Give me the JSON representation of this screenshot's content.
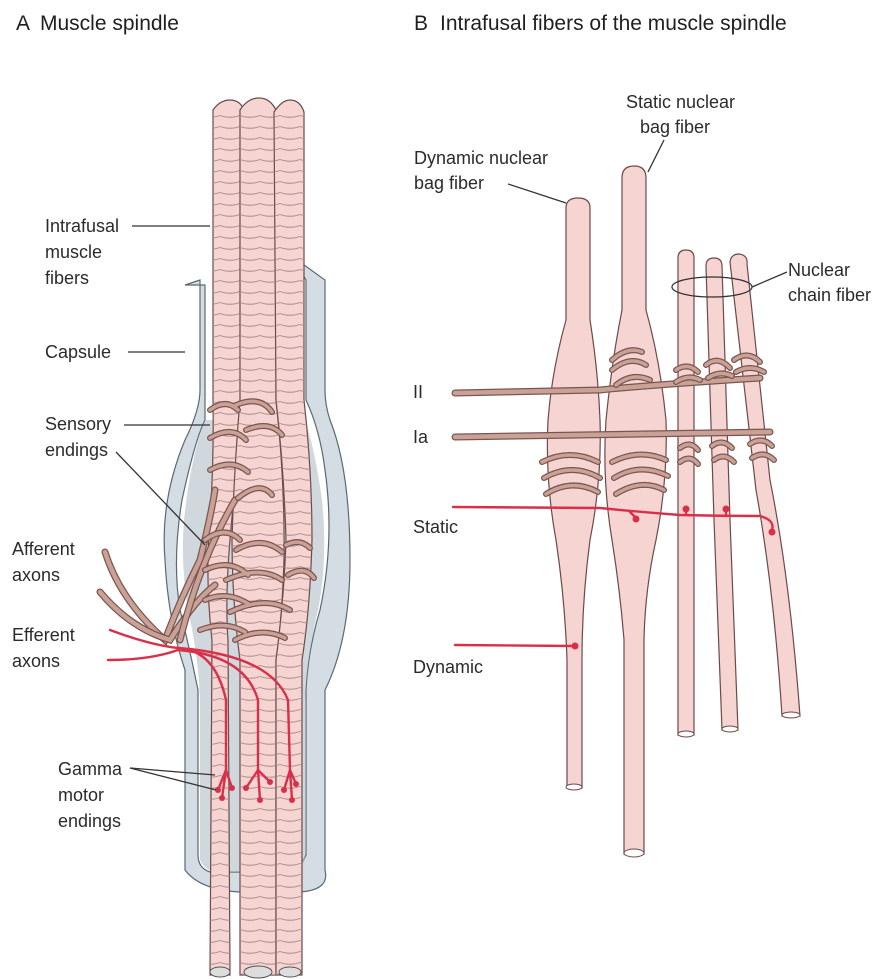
{
  "panel_a": {
    "letter": "A",
    "title": "Muscle spindle",
    "labels": {
      "intrafusal": [
        "Intrafusal",
        "muscle",
        "fibers"
      ],
      "capsule": "Capsule",
      "sensory": [
        "Sensory",
        "endings"
      ],
      "afferent": [
        "Afferent",
        "axons"
      ],
      "efferent": [
        "Efferent",
        "axons"
      ],
      "gamma": [
        "Gamma",
        "motor",
        "endings"
      ]
    }
  },
  "panel_b": {
    "letter": "B",
    "title": "Intrafusal fibers of the muscle spindle",
    "labels": {
      "static_bag": [
        "Static nuclear",
        "bag fiber"
      ],
      "dynamic_bag": [
        "Dynamic nuclear",
        "bag fiber"
      ],
      "chain": [
        "Nuclear",
        "chain fiber"
      ],
      "ii": "II",
      "ia": "Ia",
      "static": "Static",
      "dynamic": "Dynamic"
    }
  },
  "colors": {
    "fiber": "#f6d4d2",
    "sensory_nerve": "#7a5650",
    "motor_nerve": "#d9304a",
    "capsule": "#d3dde3"
  }
}
